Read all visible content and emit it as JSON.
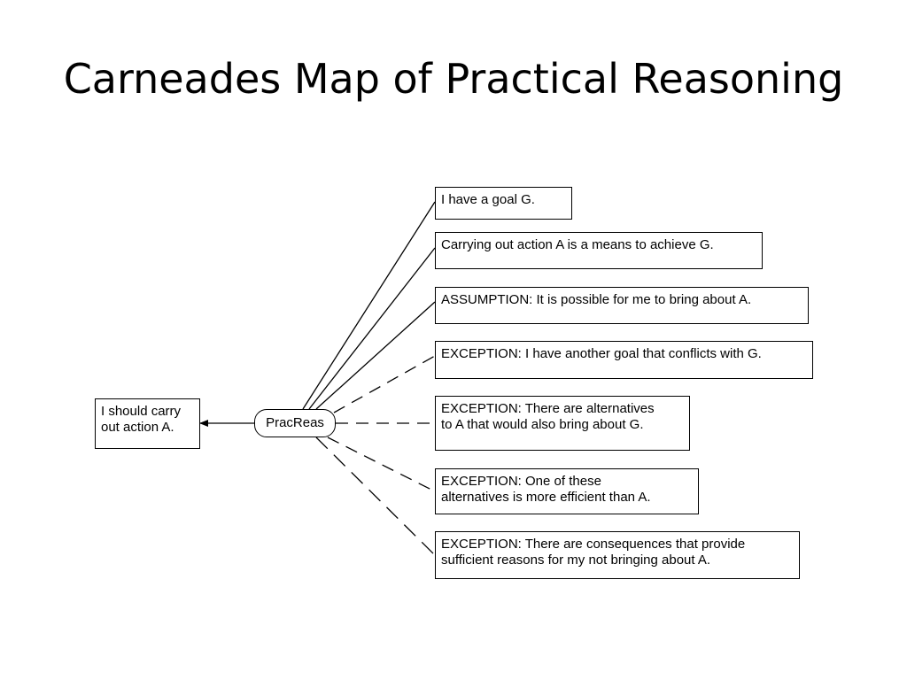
{
  "title": "Carneades Map of Practical Reasoning",
  "diagram": {
    "conclusion": {
      "text": "I should carry\nout action A."
    },
    "scheme": {
      "label": "PracReas"
    },
    "premises": [
      {
        "text": "I have a goal G.",
        "kind": "premise"
      },
      {
        "text": "Carrying out action A is a means to achieve G.",
        "kind": "premise"
      },
      {
        "text": "ASSUMPTION: It is possible for me to bring about A.",
        "kind": "assumption"
      },
      {
        "text": "EXCEPTION: I have another goal that conflicts with G.",
        "kind": "exception"
      },
      {
        "text": "EXCEPTION: There are alternatives\nto A  that would also bring about G.",
        "kind": "exception"
      },
      {
        "text": "EXCEPTION: One of these\nalternatives is more efficient than A.",
        "kind": "exception"
      },
      {
        "text": "EXCEPTION: There are consequences that provide\nsufficient reasons for my not bringing about A.",
        "kind": "exception"
      }
    ]
  }
}
